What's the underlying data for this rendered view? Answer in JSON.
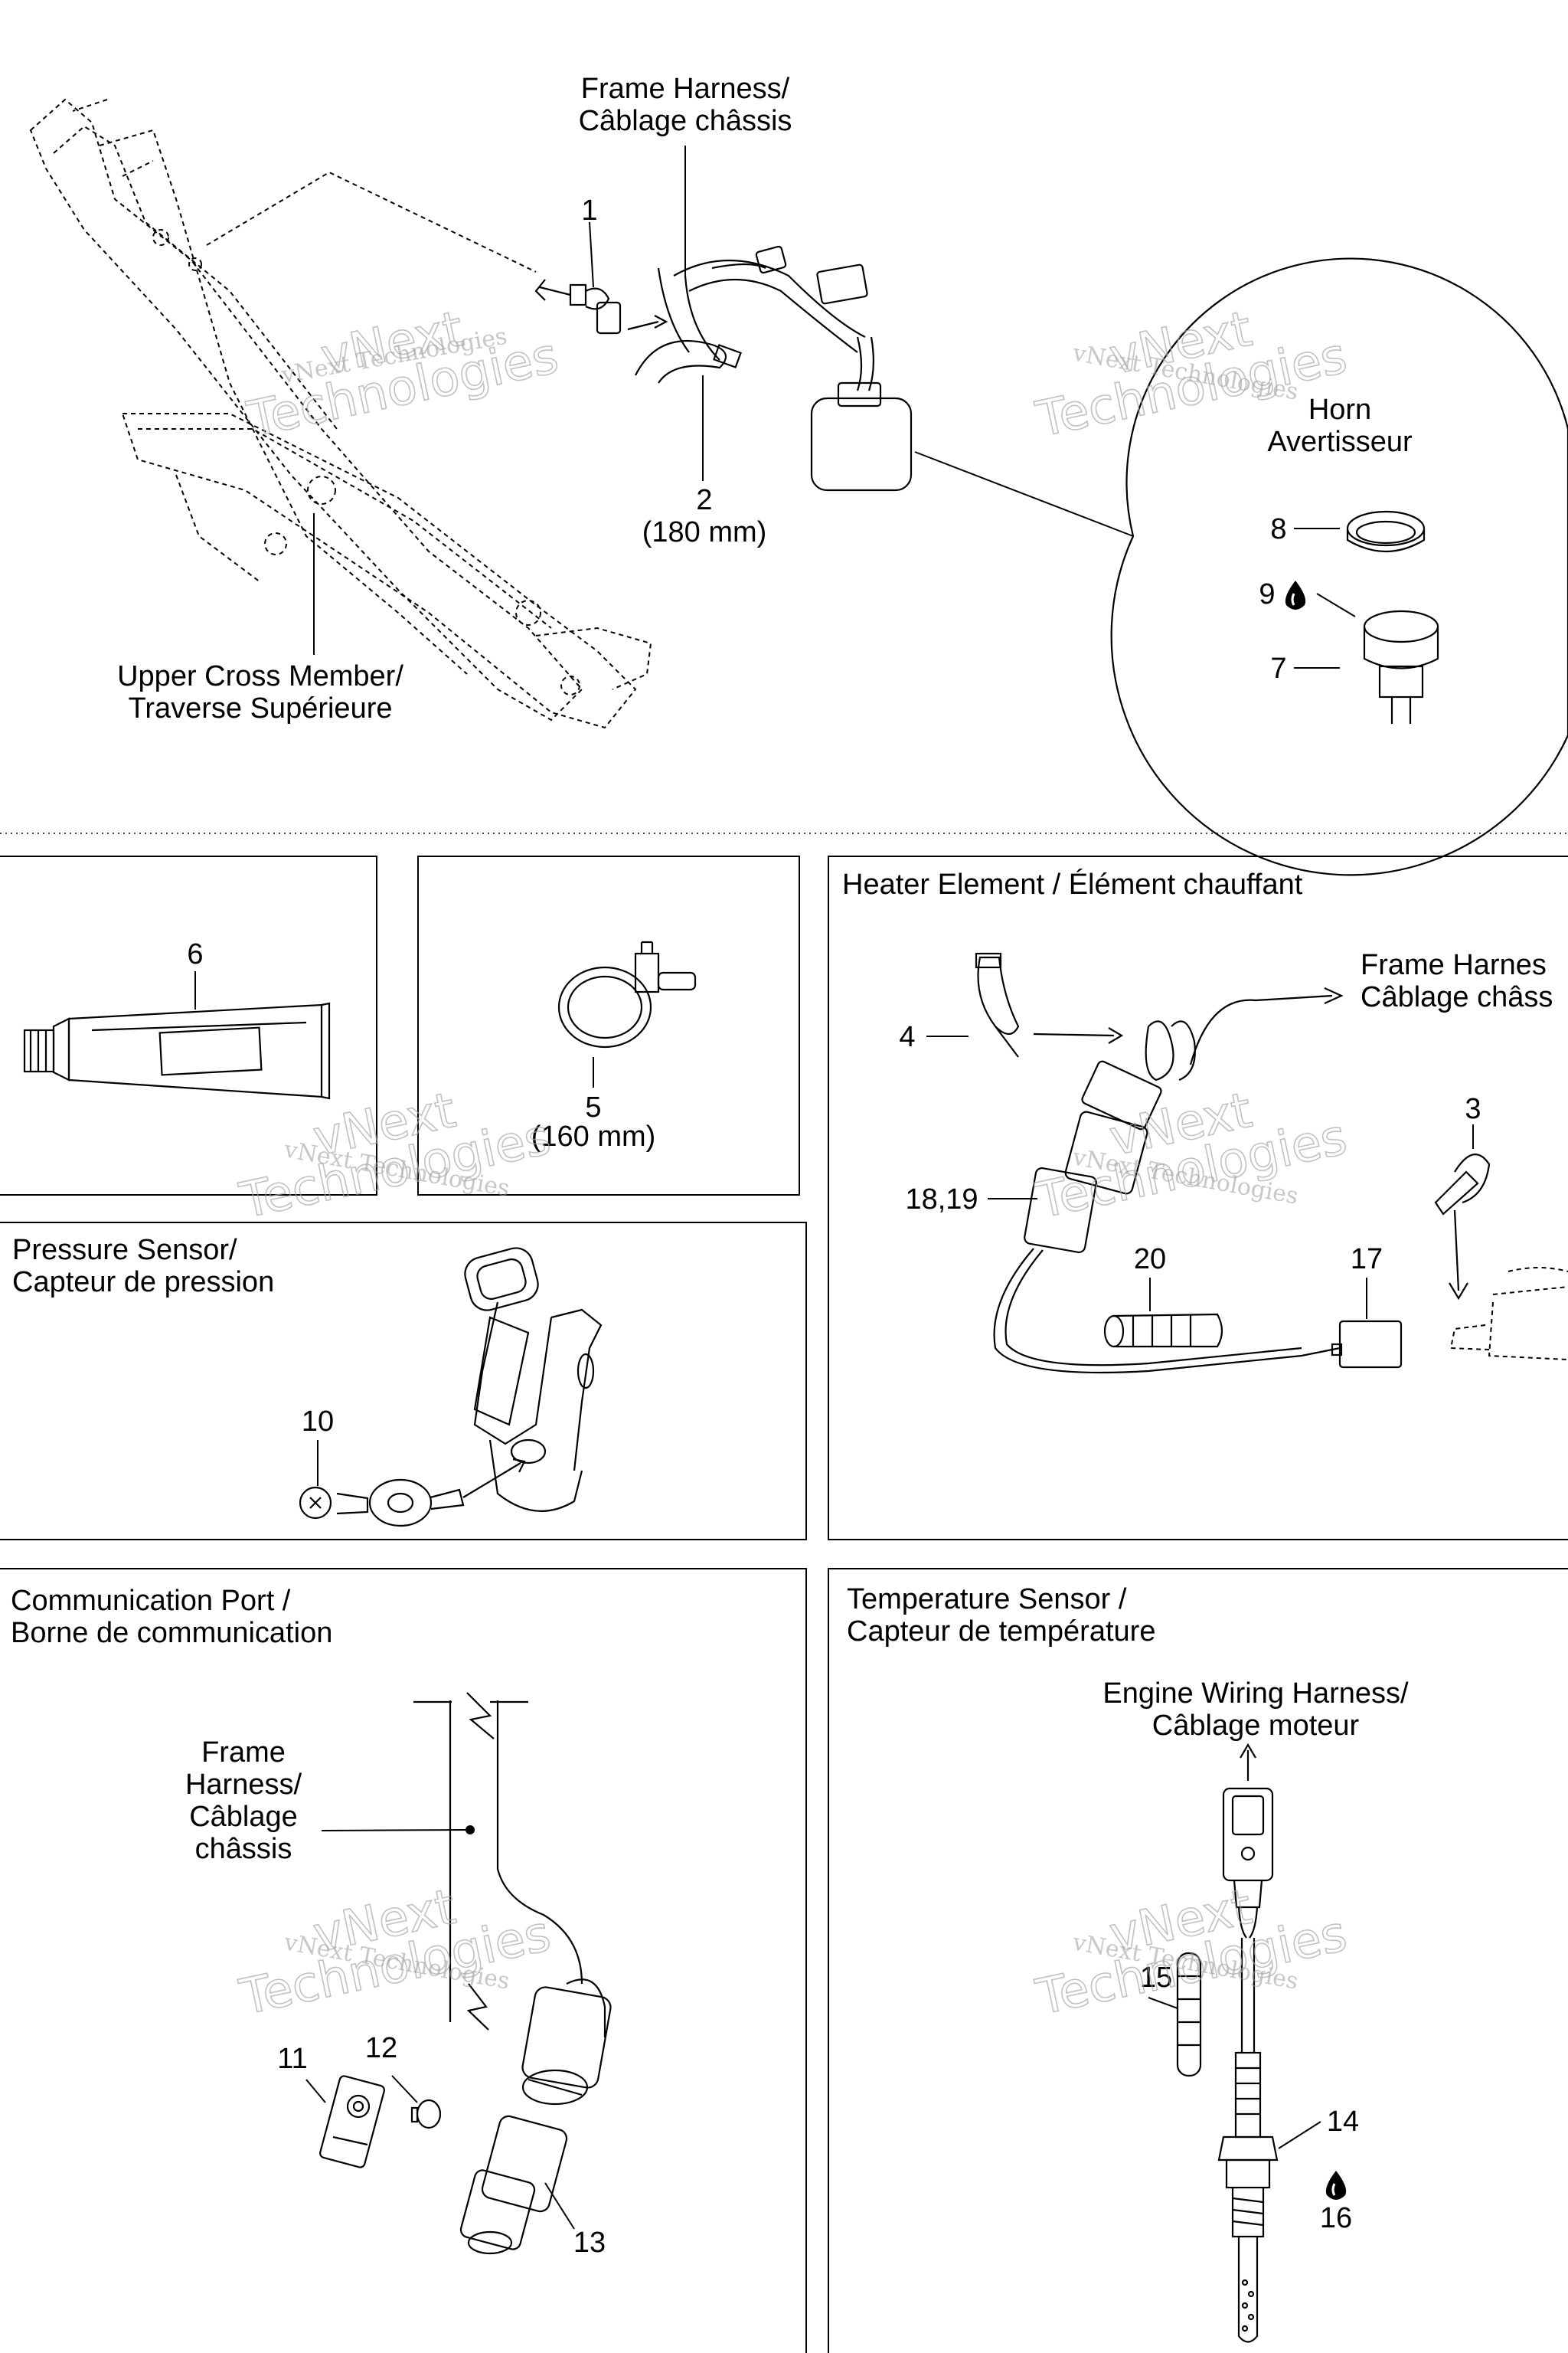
{
  "labels": {
    "frame_harness_top": [
      "Frame Harness/",
      "Câblage châssis"
    ],
    "upper_cross_member": [
      "Upper Cross Member/",
      "Traverse Supérieure"
    ],
    "horn": [
      "Horn",
      "Avertisseur"
    ],
    "part_1": "1",
    "part_2": "2",
    "part_2_size": "(180 mm)",
    "part_7": "7",
    "part_8": "8",
    "part_9": "9",
    "part_6": "6",
    "part_5": "5",
    "part_5_size": "(160 mm)",
    "heater_element": "Heater Element / Élément chauffant",
    "frame_harness_heater": [
      "Frame Harnes",
      "Câblage châss"
    ],
    "part_4": "4",
    "part_3": "3",
    "part_18_19": "18,19",
    "part_20": "20",
    "part_17": "17",
    "pressure_sensor": [
      "Pressure Sensor/",
      "Capteur de pression"
    ],
    "part_10": "10",
    "communication_port": [
      "Communication Port /",
      "Borne de communication"
    ],
    "frame_harness_comm": [
      "Frame",
      "Harness/",
      "Câblage",
      "châssis"
    ],
    "part_11": "11",
    "part_12": "12",
    "part_13": "13",
    "temperature_sensor": [
      "Temperature Sensor /",
      "Capteur de température"
    ],
    "engine_wiring_harness": [
      "Engine Wiring Harness/",
      "Câblage moteur"
    ],
    "part_14": "14",
    "part_15": "15",
    "part_16": "16"
  },
  "watermark": {
    "line1": "vNext Technologies",
    "line2a": "vNext",
    "line2b": "Technologies"
  },
  "colors": {
    "ink": "#000000",
    "watermark": "#9a9a9a",
    "background": "#ffffff"
  }
}
